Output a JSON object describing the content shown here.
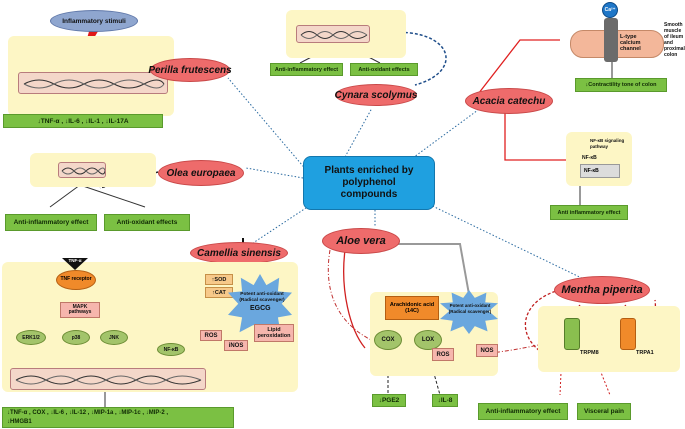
{
  "center": {
    "title": "Plants enriched by polyphenol compounds"
  },
  "colors": {
    "plant_ellipse": "#ee6b6b",
    "center_box": "#1fa0e0",
    "effect_box": "#7bc043",
    "panel": "#fdf6c5"
  },
  "plants": {
    "perilla": "Perilla frutescens",
    "cynara": "Cynara scolymus",
    "acacia": "Acacia catechu",
    "olea": "Olea europaea",
    "camellia": "Camellia sinensis",
    "aloe": "Aloe vera",
    "mentha": "Mentha piperita"
  },
  "perilla_panel": {
    "stimuli": "Inflammatory stimuli",
    "effect": "↓TNF-α , ↓IL-6 , ↓IL-1 , ↓IL-17A"
  },
  "cynara_panel": {
    "effect1": "Anti-inflammatory effect",
    "effect2": "Anti-oxidant effects"
  },
  "acacia_panel": {
    "ion": "Ca²⁺",
    "muscle": "Smooth muscle of ileum and proximal colon",
    "channel": "L-type calcium channel",
    "contract": "↓Contractility tone of colon",
    "nfkb_pathway": "NF-κB signaling pathway",
    "nfkb1": "NF-κB",
    "nfkb2": "NF-κB",
    "effect": "Anti inflammatory effect"
  },
  "olea_panel": {
    "effect1": "Anti-inflammatory effect",
    "effect2": "Anti-oxidant effects"
  },
  "camellia_panel": {
    "tnf": "TNF-α",
    "receptor": "TNF receptor",
    "mapk": "MAPK pathways",
    "erk": "ERK1/2",
    "p38": "p38",
    "jnk": "JNK",
    "nfkb": "NF-κB",
    "sod": "↑SOD",
    "cat": "↑CAT",
    "scavenger": "Potent anti-oxidant (Radical scavenger)",
    "egcg": "EGCG",
    "ros": "ROS",
    "inos": "iNOS",
    "lipid": "Lipid peroxidation",
    "effect_line1": "↓TNF-α , COX , ↓IL-6 , ↓IL-12 , ↓MIP-1a , ↓MIP-1c , ↓MIP-2 ,",
    "effect_line2": "↓HMGB1"
  },
  "aloe_panel": {
    "aa": "Arachidonic acid (14C)",
    "cox": "COX",
    "lox": "LOX",
    "scavenger": "Potent anti-oxidant (Radical scavenger)",
    "ros": "ROS",
    "nos": "NOS",
    "pge2": "↓PGE2",
    "il8": "↓IL-8"
  },
  "mentha_panel": {
    "trpm8": "TRPM8",
    "trpa1": "TRPA1",
    "effect1": "Anti-inflammatory effect",
    "effect2": "Visceral pain"
  }
}
